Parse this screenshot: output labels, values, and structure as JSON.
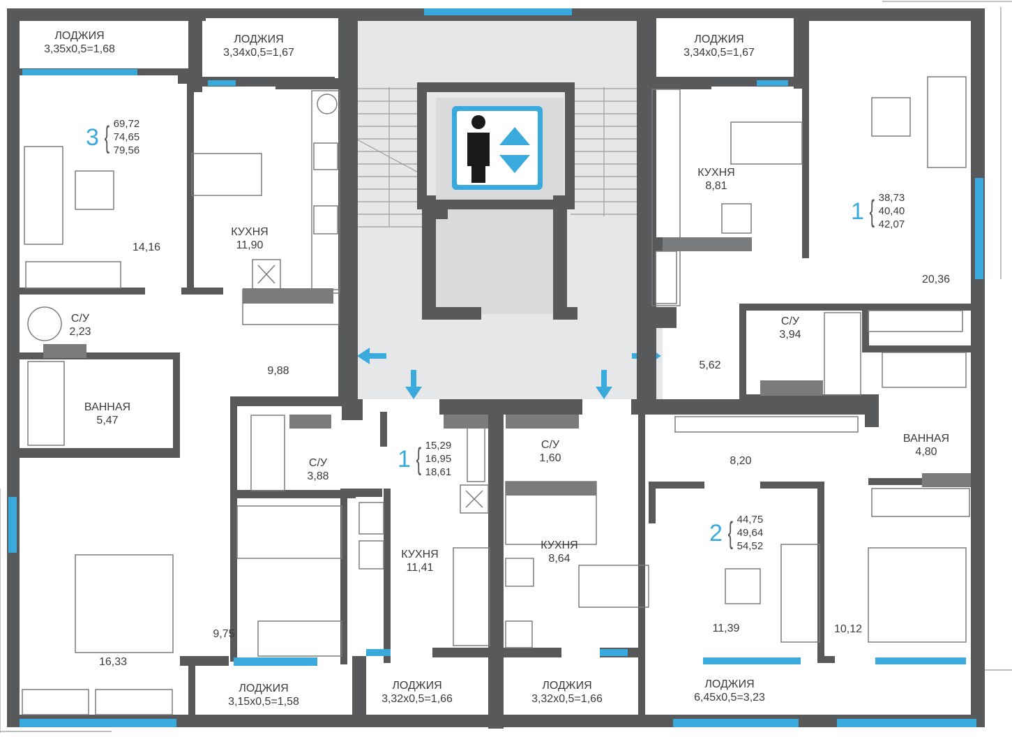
{
  "colors": {
    "wall": "#58595b",
    "window": "#3aa9dc",
    "corridor": "#e6e7e8",
    "stair": "#d9dadb",
    "accent": "#3aa9dc"
  },
  "apartments": [
    {
      "id": "apt-3-nw",
      "number": "3",
      "areas": [
        "69,72",
        "74,65",
        "79,56"
      ]
    },
    {
      "id": "apt-1-ne",
      "number": "1",
      "areas": [
        "38,73",
        "40,40",
        "42,07"
      ]
    },
    {
      "id": "apt-1-center",
      "number": "1",
      "areas": [
        "15,29",
        "16,95",
        "18,61"
      ]
    },
    {
      "id": "apt-2-se",
      "number": "2",
      "areas": [
        "44,75",
        "49,64",
        "54,52"
      ]
    }
  ],
  "rooms": [
    {
      "id": "loggia-nw",
      "name": "ЛОДЖИЯ",
      "size": "3,35x0,5=1,68"
    },
    {
      "id": "loggia-n2",
      "name": "ЛОДЖИЯ",
      "size": "3,34x0,5=1,67"
    },
    {
      "id": "loggia-ne",
      "name": "ЛОДЖИЯ",
      "size": "3,34x0,5=1,67"
    },
    {
      "id": "kitchen-nw",
      "name": "КУХНЯ",
      "size": "11,90"
    },
    {
      "id": "kitchen-ne",
      "name": "КУХНЯ",
      "size": "8,81"
    },
    {
      "id": "wc-nw",
      "name": "С/У",
      "size": "2,23"
    },
    {
      "id": "wc-ne",
      "name": "С/У",
      "size": "3,94"
    },
    {
      "id": "bath-nw",
      "name": "ВАННАЯ",
      "size": "5,47"
    },
    {
      "id": "wc-c1",
      "name": "С/У",
      "size": "3,88"
    },
    {
      "id": "wc-c2",
      "name": "С/У",
      "size": "1,60"
    },
    {
      "id": "bath-e",
      "name": "ВАННАЯ",
      "size": "4,80"
    },
    {
      "id": "kitchen-c1",
      "name": "КУХНЯ",
      "size": "11,41"
    },
    {
      "id": "kitchen-c2",
      "name": "КУХНЯ",
      "size": "8,64"
    },
    {
      "id": "loggia-sw",
      "name": "ЛОДЖИЯ",
      "size": "3,15x0,5=1,58"
    },
    {
      "id": "loggia-s2",
      "name": "ЛОДЖИЯ",
      "size": "3,32x0,5=1,66"
    },
    {
      "id": "loggia-s3",
      "name": "ЛОДЖИЯ",
      "size": "3,32x0,5=1,66"
    },
    {
      "id": "loggia-se",
      "name": "ЛОДЖИЯ",
      "size": "6,45x0,5=3,23"
    }
  ],
  "areas": [
    "14,16",
    "20,36",
    "9,88",
    "5,62",
    "8,20",
    "16,33",
    "9,75",
    "11,39",
    "10,12"
  ],
  "icons": {
    "elevator": "elevator-person-icon"
  }
}
